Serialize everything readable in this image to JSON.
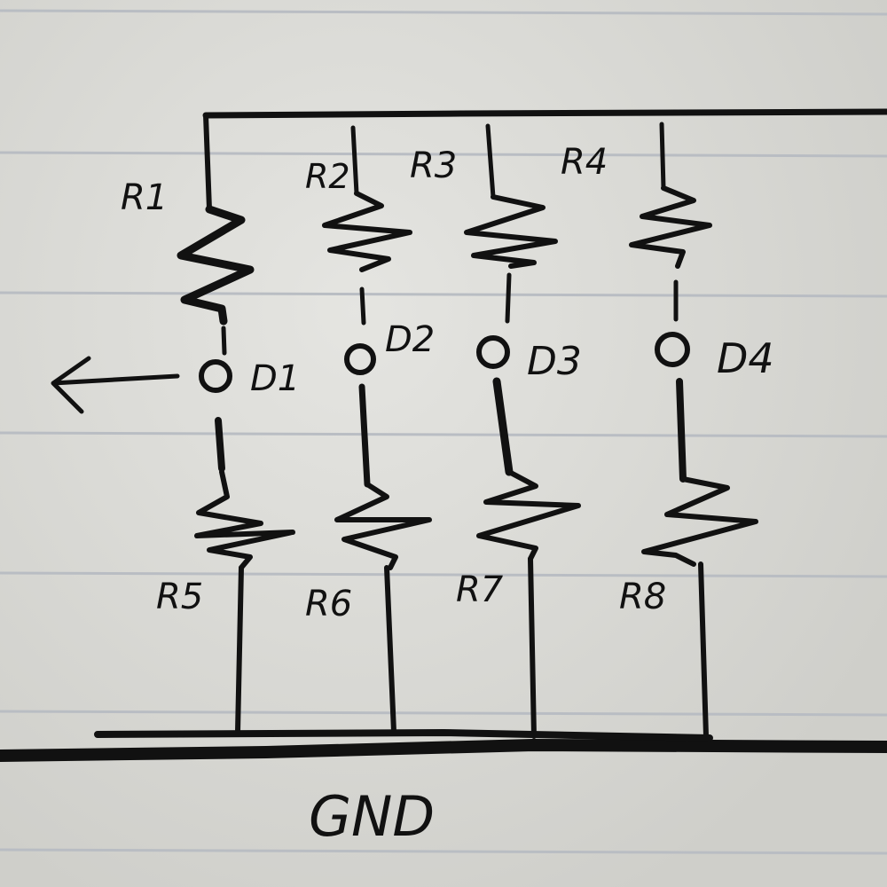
{
  "colors": {
    "ink": "#111111",
    "paper": "#dcdcd7",
    "rule_line": "#b8bcc2"
  },
  "diagram": {
    "resistor_labels": [
      "R1",
      "R2",
      "R3",
      "R4",
      "R5",
      "R6",
      "R7",
      "R8"
    ],
    "node_labels": [
      "D1",
      "D2",
      "D3",
      "D4"
    ],
    "ground_label": "GND",
    "arrow_icon": "left-arrow-icon"
  }
}
